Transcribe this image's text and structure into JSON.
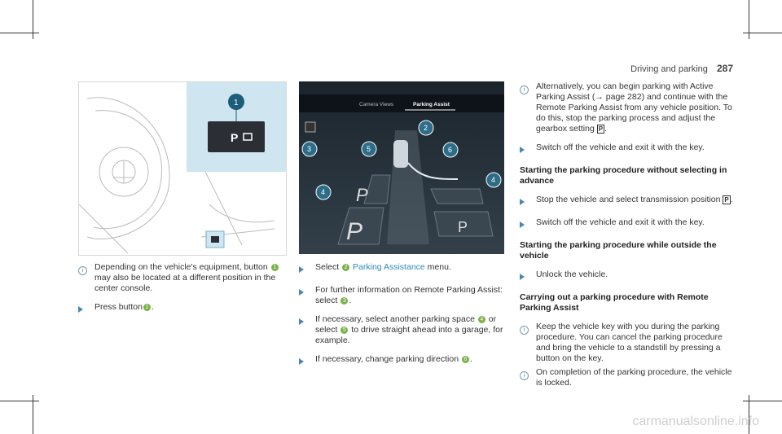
{
  "header": {
    "section": "Driving and parking",
    "page": "287"
  },
  "figure2": {
    "tab_camera": "Camera Views",
    "tab_parking": "Parking Assist"
  },
  "col1": {
    "note": "Depending on the vehicle's equipment, button",
    "note_num": "1",
    "note_rest": "may also be located at a different position in the center console.",
    "step_pre": "Press button",
    "step_num": "1",
    "step_post": "."
  },
  "col2": {
    "s1_pre": "Select",
    "s1_num": "2",
    "s1_link": "Parking Assistance",
    "s1_post": "menu.",
    "s2_pre": "For further information on Remote Parking Assist: select",
    "s2_num": "3",
    "s2_post": ".",
    "s3_pre": "If necessary, select another parking space",
    "s3_num": "4",
    "s3_mid": "or select",
    "s3_num2": "5",
    "s3_post": "to drive straight ahead into a garage, for example.",
    "s4_pre": "If necessary, change parking direction",
    "s4_num": "6",
    "s4_post": "."
  },
  "col3": {
    "note1": "Alternatively, you can begin parking with Active Parking Assist (→ page 282) and continue with the Remote Parking Assist from any vehicle position. To do this, stop the parking process and adjust the gearbox setting",
    "gear": "P",
    "note1_post": ".",
    "step1": "Switch off the vehicle and exit it with the key.",
    "h1": "Starting the parking procedure without selecting in advance",
    "step2_pre": "Stop the vehicle and select transmission position",
    "step2_post": ".",
    "step3": "Switch off the vehicle and exit it with the key.",
    "h2": "Starting the parking procedure while outside the vehicle",
    "step4": "Unlock the vehicle.",
    "h3": "Carrying out a parking procedure with Remote Parking Assist",
    "note2": "Keep the vehicle key with you during the parking procedure. You can cancel the parking procedure and bring the vehicle to a standstill by pressing a button on the key.",
    "note3": "On completion of the parking procedure, the vehicle is locked."
  },
  "watermark": "carmanualsonline.info"
}
